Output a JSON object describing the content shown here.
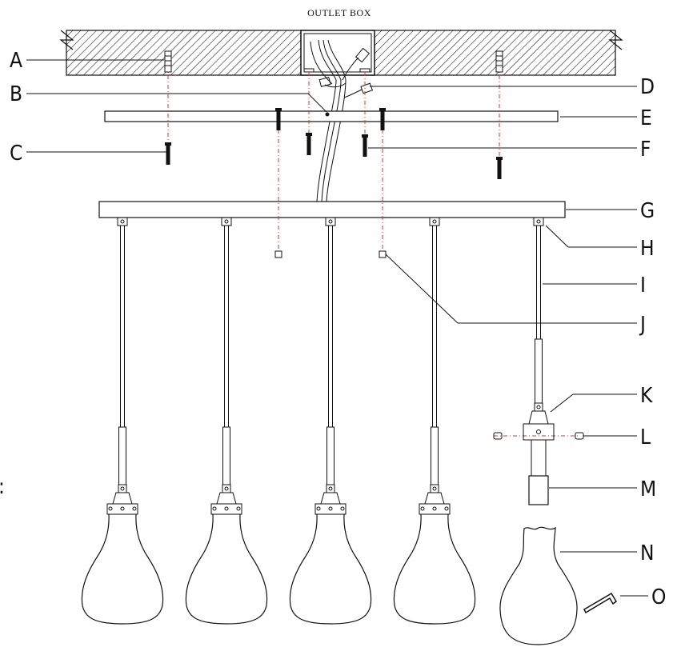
{
  "diagram": {
    "title": "OUTLET BOX",
    "stray_mark": ":",
    "part_labels": [
      "A",
      "B",
      "C",
      "D",
      "E",
      "F",
      "G",
      "H",
      "I",
      "J",
      "K",
      "L",
      "M",
      "N",
      "O"
    ]
  },
  "colors": {
    "line": "#111111",
    "guide": "#dd3333",
    "background": "#ffffff"
  }
}
